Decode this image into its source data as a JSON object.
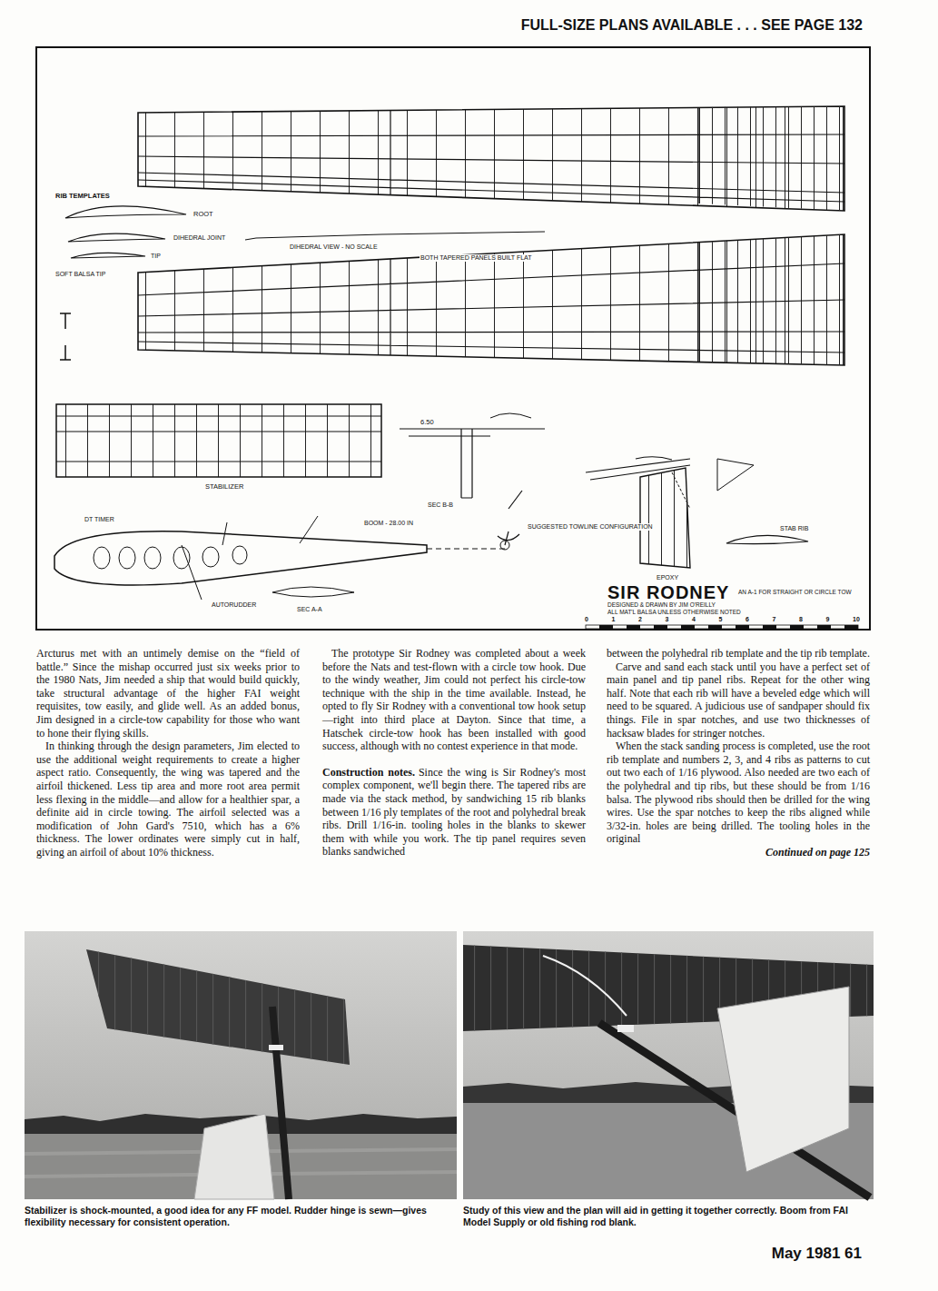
{
  "diagram": {
    "title": "FULL-SIZE PLANS AVAILABLE . . . SEE PAGE 132",
    "nodes": [
      {
        "text": [
          "Stabilizer is shock-mounted, a good idea for any FF model. Rudder hinge is sewn—gives flexibility necessary for consistent operation."
        ]
      },
      {
        "text": [
          "Study of this view and the plan will aid in getting it together correctly. Boom from FAI Model Supply or old fishing rod blank."
        ]
      }
    ],
    "labels": [
      "RIB TEMPLATES",
      "ROOT",
      "DIHEDRAL JOINT",
      "TIP",
      "SOFT BALSA TIP",
      "DIHEDRAL VIEW - NO SCALE",
      "BOTH TAPERED PANELS BUILT FLAT",
      "STABILIZER",
      "DT TIMER",
      "AUTORUDDER",
      "BOOM - 28.00 IN",
      "SEC A-A",
      "SEC B-B",
      "SUGGESTED TOWLINE CONFIGURATION",
      "STAB RIB",
      "EPOXY",
      "6.50",
      "SIR RODNEY",
      "AN A-1 FOR STRAIGHT OR CIRCLE TOW",
      "DESIGNED & DRAWN BY JIM O'REILLY",
      "ALL MAT'L BALSA UNLESS OTHERWISE NOTED",
      "0",
      "1",
      "2",
      "3",
      "4",
      "5",
      "6",
      "7",
      "8",
      "9",
      "10",
      "Arcturus met with an untimely demise on the “field of battle.” Since the mishap occurred just six weeks prior to the 1980 Nats, Jim needed a ship that would build quickly, take structural advantage of the higher FAI weight requisites, tow easily, and glide well. As an added bonus, Jim designed in a circle-tow capability for those who want to hone their flying skills.",
      "In thinking through the design parameters, Jim elected to use the additional weight requirements to create a higher aspect ratio. Consequently, the wing was tapered and the airfoil thickened. Less tip area and more root area permit less flexing in the middle—and allow for a healthier spar, a definite aid in circle towing. The airfoil selected was a modification of John Gard's 7510, which has a 6% thickness. The lower ordinates were simply cut in half, giving an airfoil of about 10% thickness.",
      "The prototype Sir Rodney was completed about a week before the Nats and test-flown with a circle tow hook. Due to the windy weather, Jim could not perfect his circle-tow technique with the ship in the time available. Instead, he opted to fly Sir Rodney with a conventional tow hook setup—right into third place at Dayton. Since that time, a Hatschek circle-tow hook has been installed with good success, although with no contest experience in that mode.",
      "Construction notes.",
      "Since the wing is Sir Rodney's most complex component, we'll begin there. The tapered ribs are made via the stack method, by sandwiching 15 rib blanks between 1/16 ply templates of the root and polyhedral break ribs. Drill 1/16-in. tooling holes in the blanks to skewer them with while you work. The tip panel requires seven blanks sandwiched",
      "between the polyhedral rib template and the tip rib template.",
      "Carve and sand each stack until you have a perfect set of main panel and tip panel ribs. Repeat for the other wing half. Note that each rib will have a beveled edge which will need to be squared. A judicious use of sandpaper should fix things. File in spar notches, and use two thicknesses of hacksaw blades for stringer notches.",
      "When the stack sanding process is completed, use the root rib template and numbers 2, 3, and 4 ribs as patterns to cut out two each of 1/16 plywood. Also needed are two each of the polyhedral and tip ribs, but these should be from 1/16 balsa. The plywood ribs should then be drilled for the wing wires. Use the spar notches to keep the ribs aligned while 3/32-in. holes are being drilled. The tooling holes in the original",
      "Continued on page 125",
      "May 1981 61"
    ]
  }
}
